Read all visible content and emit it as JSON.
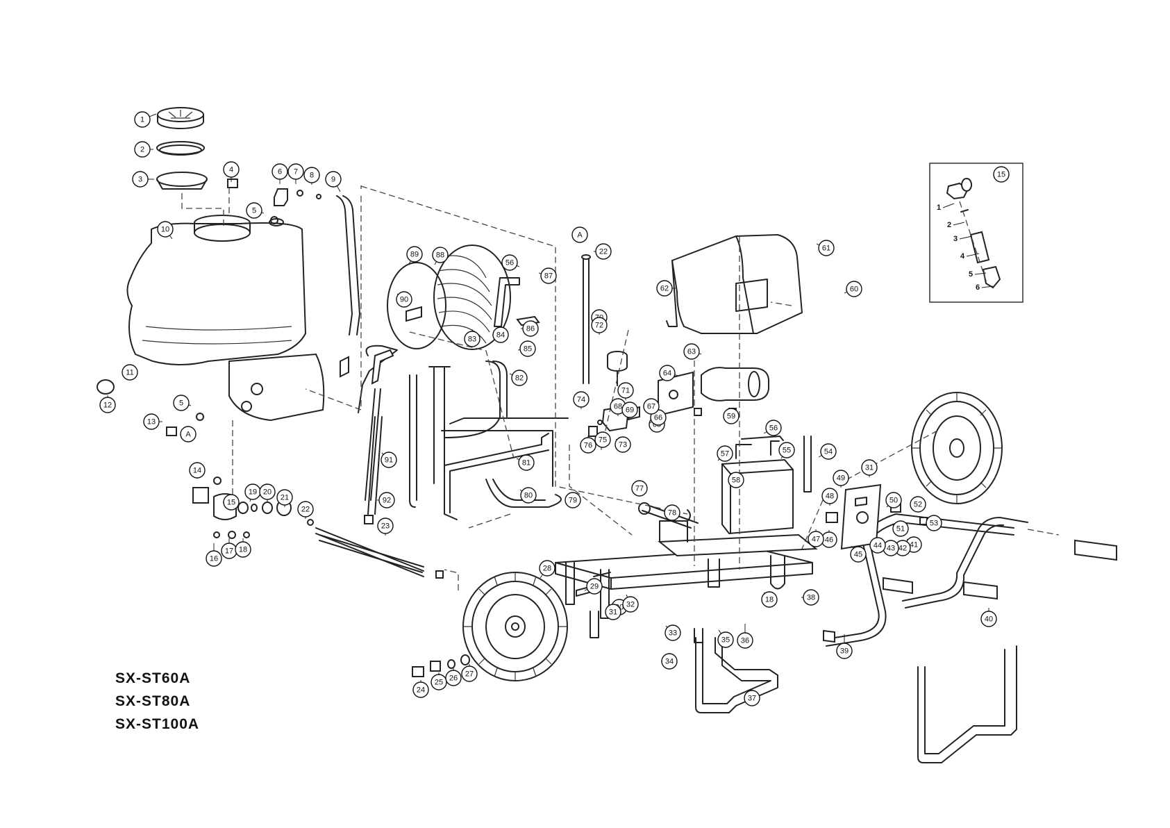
{
  "models": [
    "SX-ST60A",
    "SX-ST80A",
    "SX-ST100A"
  ],
  "detail_inset": {
    "label": "15",
    "parts": [
      "1",
      "2",
      "3",
      "4",
      "5",
      "6"
    ]
  },
  "reference_markers": [
    "A",
    "A"
  ],
  "callouts": [
    "1",
    "2",
    "3",
    "4",
    "5",
    "5",
    "6",
    "7",
    "8",
    "9",
    "10",
    "11",
    "12",
    "13",
    "14",
    "15",
    "16",
    "17",
    "18",
    "18",
    "19",
    "20",
    "21",
    "22",
    "22",
    "23",
    "24",
    "25",
    "26",
    "27",
    "28",
    "29",
    "30",
    "31",
    "31",
    "32",
    "33",
    "34",
    "35",
    "36",
    "37",
    "38",
    "39",
    "40",
    "41",
    "42",
    "43",
    "44",
    "45",
    "46",
    "47",
    "48",
    "49",
    "50",
    "51",
    "52",
    "53",
    "54",
    "55",
    "56",
    "56",
    "57",
    "58",
    "59",
    "60",
    "61",
    "62",
    "63",
    "64",
    "65",
    "66",
    "67",
    "68",
    "69",
    "70",
    "71",
    "72",
    "73",
    "74",
    "75",
    "76",
    "77",
    "78",
    "79",
    "80",
    "81",
    "82",
    "83",
    "84",
    "85",
    "86",
    "87",
    "88",
    "89",
    "90",
    "91",
    "92"
  ]
}
